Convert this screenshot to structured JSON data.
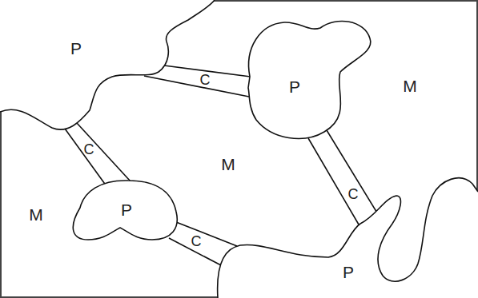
{
  "diagram": {
    "nodes": [
      {
        "text": [
          "P"
        ]
      },
      {
        "text": [
          "C"
        ]
      },
      {
        "text": [
          "P"
        ]
      },
      {
        "text": [
          "C"
        ]
      },
      {
        "text": [
          "C"
        ]
      },
      {
        "text": [
          "P"
        ]
      },
      {
        "text": [
          "C"
        ]
      },
      {
        "text": [
          "P"
        ]
      }
    ],
    "labels": [
      "M",
      "M",
      "M"
    ]
  }
}
